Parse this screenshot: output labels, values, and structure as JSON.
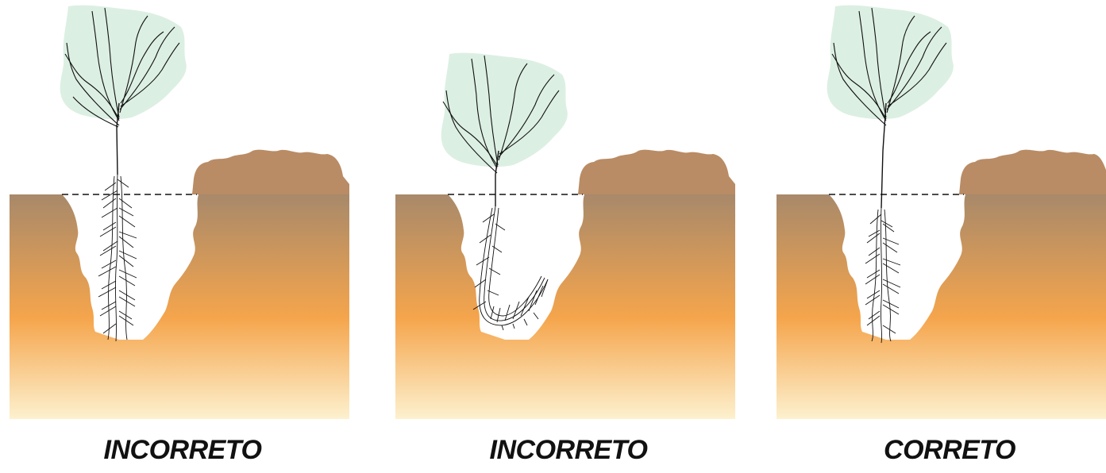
{
  "panels": [
    {
      "label": "INCORRETO",
      "root_state": "protruding above soil"
    },
    {
      "label": "INCORRETO",
      "root_state": "bent (J-root)"
    },
    {
      "label": "CORRETO",
      "root_state": "straight, collar at soil level"
    }
  ],
  "colors": {
    "soil_top": "#a8896a",
    "soil_mid": "#f5a54c",
    "soil_bottom": "#fdf1cf",
    "mound": "#b98c65",
    "foliage": "#dcefe3",
    "stroke": "#111111"
  }
}
